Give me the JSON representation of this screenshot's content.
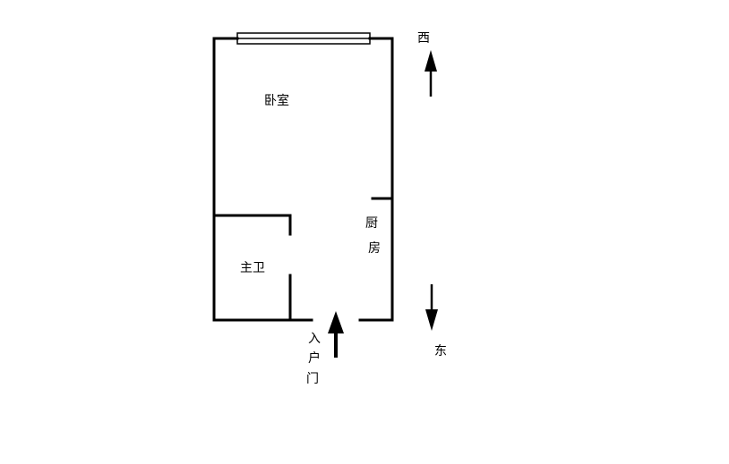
{
  "rooms": {
    "bedroom": "卧室",
    "bathroom": "主卫",
    "kitchen_line1": "厨",
    "kitchen_line2": "房"
  },
  "entrance": {
    "char1": "入",
    "char2": "户",
    "char3": "门"
  },
  "compass": {
    "west": "西",
    "east": "东"
  }
}
